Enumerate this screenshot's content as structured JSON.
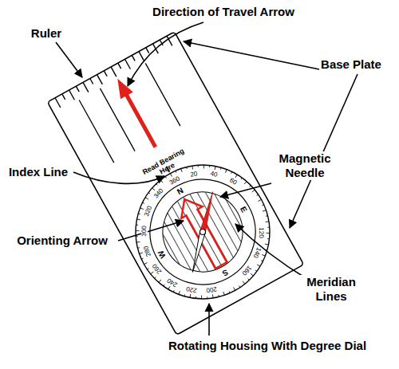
{
  "diagram": {
    "labels": [
      "Direction of Travel Arrow",
      "Ruler",
      "Base Plate",
      "Index Line",
      "Magnetic Needle",
      "Orienting Arrow",
      "Meridian Lines",
      "Rotating Housing With Degree Dial",
      "Read Bearing Here",
      "360",
      "20",
      "40",
      "60",
      "120",
      "140",
      "160",
      "200",
      "220",
      "240",
      "260",
      "280",
      "300",
      "320",
      "340",
      "N",
      "E",
      "S",
      "W"
    ]
  }
}
